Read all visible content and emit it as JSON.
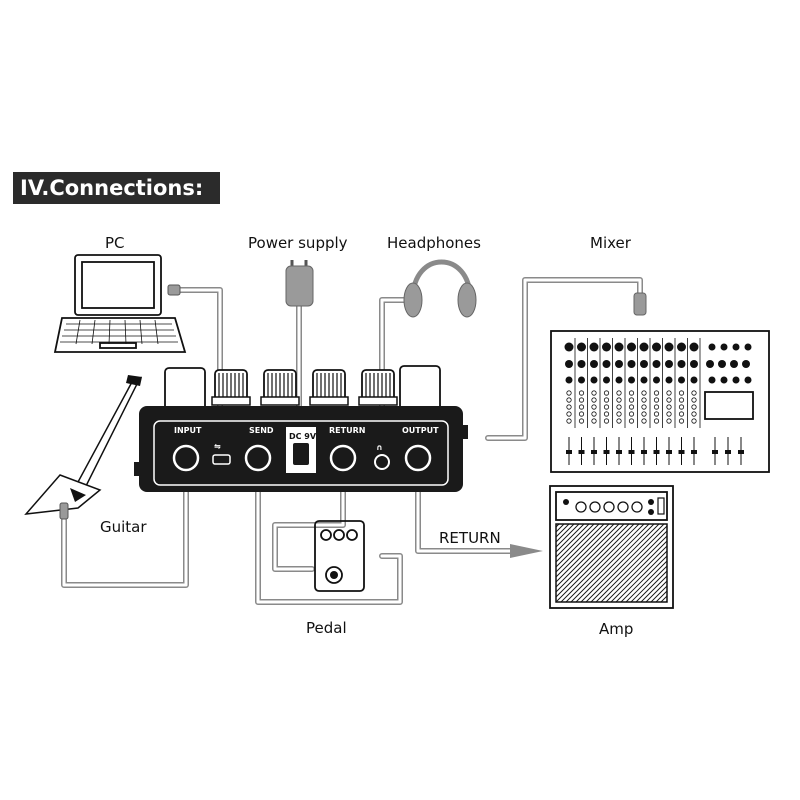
{
  "header": {
    "title": "IV.Connections:"
  },
  "labels": {
    "pc": "PC",
    "power_supply": "Power supply",
    "headphones": "Headphones",
    "mixer": "Mixer",
    "guitar": "Guitar",
    "pedal": "Pedal",
    "amp": "Amp",
    "return_arrow": "RETURN"
  },
  "device": {
    "jack_input": "INPUT",
    "jack_send": "SEND",
    "jack_return": "RETURN",
    "jack_output": "OUTPUT",
    "power_jack": "DC 9V"
  },
  "colors": {
    "header_bg": "#2b2b2b",
    "cable": "#8a8a8a",
    "device_body": "#1a1a1a"
  }
}
